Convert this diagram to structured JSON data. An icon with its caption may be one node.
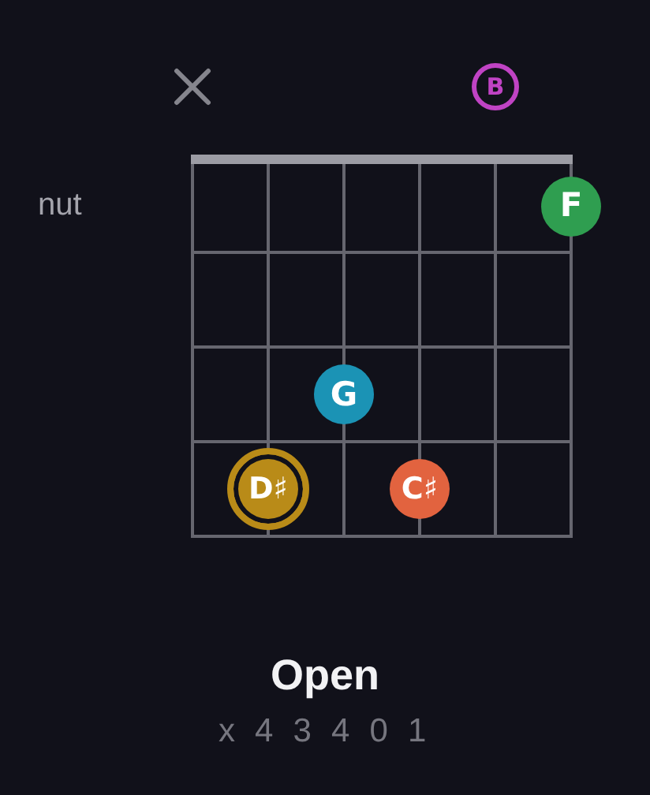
{
  "diagram": {
    "title": "Open",
    "nodes": [
      {
        "text": [
          "B"
        ]
      },
      {
        "text": [
          "F"
        ]
      },
      {
        "text": [
          "G"
        ]
      },
      {
        "text": [
          "D♯"
        ]
      },
      {
        "text": [
          "C♯"
        ]
      }
    ],
    "labels": [
      "nut",
      "x 4 3 4 0 1"
    ]
  }
}
